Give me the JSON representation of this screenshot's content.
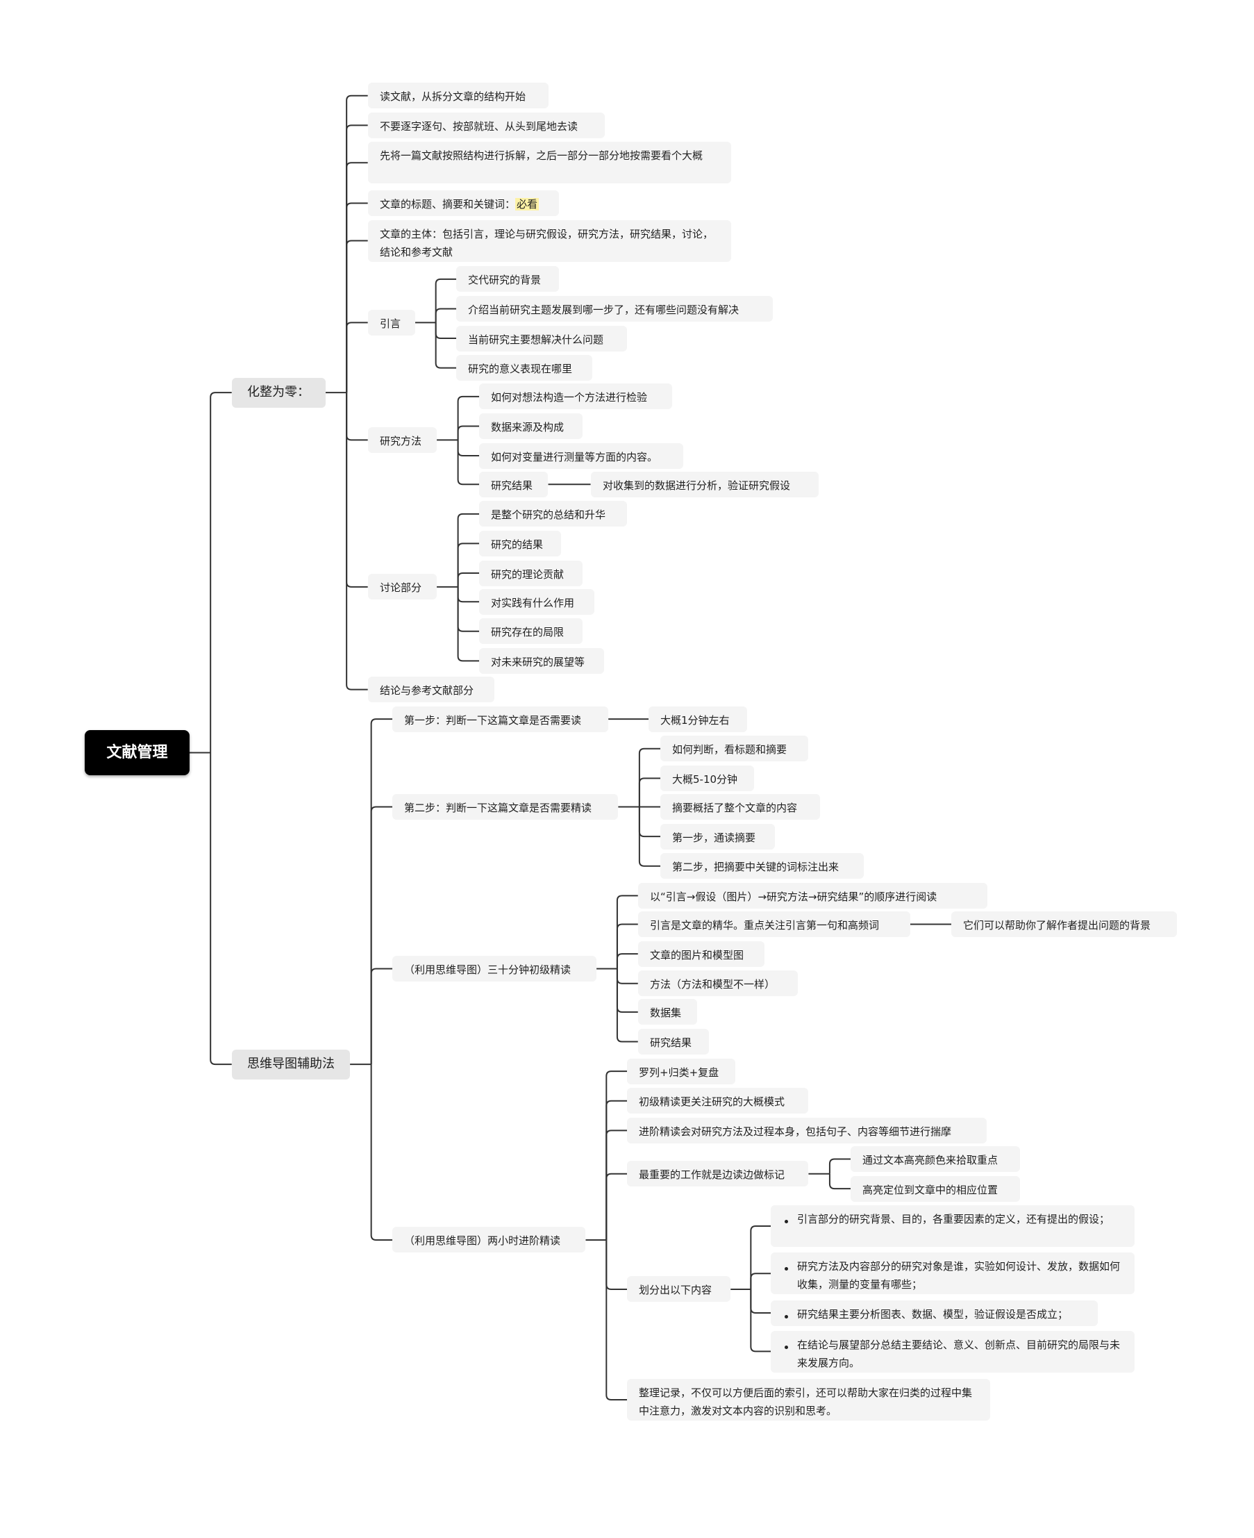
{
  "root": "文献管理",
  "nodes": {
    "n1": "化整为零：",
    "n2": "思维导图辅助法",
    "a1": "读文献，从拆分文章的结构开始",
    "a2": "不要逐字逐句、按部就班、从头到尾地去读",
    "a3": "先将一篇文献按照结构进行拆解，之后一部分一部分地按需要看个大概",
    "a4_text": "文章的标题、摘要和关键词：",
    "a4_highlight": "必看",
    "a5": "文章的主体：包括引言，理论与研究假设，研究方法，研究结果，讨论，结论和参考文献",
    "a6": "引言",
    "a6_1": "交代研究的背景",
    "a6_2": "介绍当前研究主题发展到哪一步了，还有哪些问题没有解决",
    "a6_3": "当前研究主要想解决什么问题",
    "a6_4": "研究的意义表现在哪里",
    "a7": "研究方法",
    "a7_1": "如何对想法构造一个方法进行检验",
    "a7_2": "数据来源及构成",
    "a7_3": "如何对变量进行测量等方面的内容。",
    "a7_4": "研究结果",
    "a7_4_1": "对收集到的数据进行分析，验证研究假设",
    "a8": "讨论部分",
    "a8_1": "是整个研究的总结和升华",
    "a8_2": "研究的结果",
    "a8_3": "研究的理论贡献",
    "a8_4": "对实践有什么作用",
    "a8_5": "研究存在的局限",
    "a8_6": "对未来研究的展望等",
    "a9": "结论与参考文献部分",
    "b1": "第一步：判断一下这篇文章是否需要读",
    "b1_1": "大概1分钟左右",
    "b2": "第二步：判断一下这篇文章是否需要精读",
    "b2_1": "如何判断，看标题和摘要",
    "b2_2": "大概5-10分钟",
    "b2_3": "摘要概括了整个文章的内容",
    "b2_4": "第一步，通读摘要",
    "b2_5": "第二步，把摘要中关键的词标注出来",
    "b3": "（利用思维导图）三十分钟初级精读",
    "b3_1": "以“引言→假设（图片）→研究方法→研究结果”的顺序进行阅读",
    "b3_2": "引言是文章的精华。重点关注引言第一句和高频词",
    "b3_2_1": "它们可以帮助你了解作者提出问题的背景",
    "b3_3": "文章的图片和模型图",
    "b3_4": "方法（方法和模型不一样）",
    "b3_5": "数据集",
    "b3_6": "研究结果",
    "b4": "（利用思维导图）两小时进阶精读",
    "b4_1": "罗列+归类+复盘",
    "b4_2": "初级精读更关注研究的大概模式",
    "b4_3": "进阶精读会对研究方法及过程本身，包括句子、内容等细节进行揣摩",
    "b4_4": "最重要的工作就是边读边做标记",
    "b4_4_1": "通过文本高亮颜色来拾取重点",
    "b4_4_2": "高亮定位到文章中的相应位置",
    "b4_5": "划分出以下内容",
    "b4_5_1": "引言部分的研究背景、目的，各重要因素的定义，还有提出的假设；",
    "b4_5_2": "研究方法及内容部分的研究对象是谁，实验如何设计、发放，数据如何收集，测量的变量有哪些；",
    "b4_5_3": "研究结果主要分析图表、数据、模型，验证假设是否成立；",
    "b4_5_4": "在结论与展望部分总结主要结论、意义、创新点、目前研究的局限与未来发展方向。",
    "b4_6": "整理记录，不仅可以方便后面的索引，还可以帮助大家在归类的过程中集中注意力，激发对文本内容的识别和思考。"
  },
  "colors": {
    "line": "#333333",
    "node_bg": "#f4f4f4",
    "root_bg": "#000000",
    "highlight": "#fdf2a6"
  }
}
